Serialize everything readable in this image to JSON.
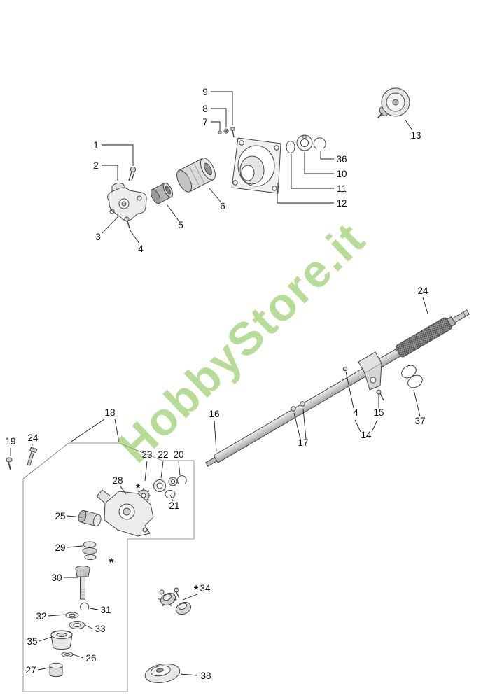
{
  "watermark": {
    "text": "HobbyStore.it",
    "color": "#7cc143"
  },
  "labels": {
    "p1": "1",
    "p2": "2",
    "p3": "3",
    "p4a": "4",
    "p5": "5",
    "p6": "6",
    "p7": "7",
    "p8": "8",
    "p9": "9",
    "p10": "10",
    "p11": "11",
    "p12": "12",
    "p13": "13",
    "p36": "36",
    "p24a": "24",
    "p16": "16",
    "p17": "17",
    "p4b": "4",
    "p15": "15",
    "p14": "14",
    "p37": "37",
    "p18": "18",
    "p19": "19",
    "p24b": "24",
    "p23": "23",
    "p22": "22",
    "p20": "20",
    "p21": "21",
    "p28": "28",
    "p25": "25",
    "p29": "29",
    "p30": "30",
    "p31": "31",
    "p32": "32",
    "p33": "33",
    "p35": "35",
    "p26": "26",
    "p27": "27",
    "p34": "34",
    "p38": "38",
    "star": "*"
  }
}
